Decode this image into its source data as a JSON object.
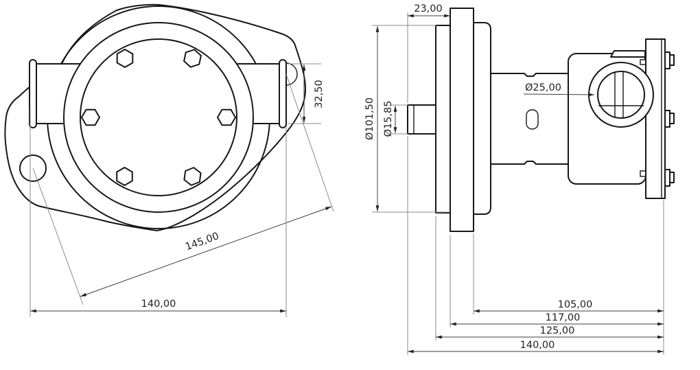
{
  "drawing_type": "2D technical drawing, pump with mounting flange, front and side views",
  "front_view": {
    "dims": {
      "port_width": "32,50",
      "hole_spacing": "145,00",
      "overall_width": "140,00"
    }
  },
  "side_view": {
    "dims": {
      "shaft_to_flange": "23,00",
      "flange_od": "Ø101,50",
      "shaft_od": "Ø15,85",
      "port_id": "Ø25,00",
      "flange_back_to_cover": "105,00",
      "flange_front_to_cover": "117,00",
      "plate_front_to_cover": "125,00",
      "overall_length": "140,00"
    }
  },
  "colors": {
    "line": "#161616",
    "dimension": "#3c3c3c",
    "extension": "#8a8a8a",
    "text": "#1f1f1f",
    "background": "#ffffff"
  }
}
